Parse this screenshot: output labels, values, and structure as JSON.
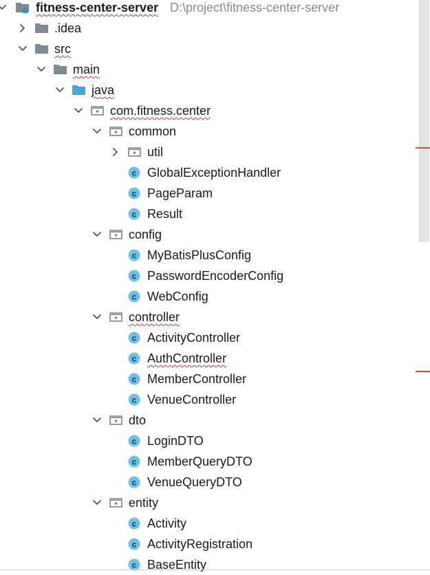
{
  "project": {
    "name": "fitness-center-server",
    "path": "D:\\project\\fitness-center-server"
  },
  "colors": {
    "folder": "#7f8b94",
    "source_folder": "#4aa3d8",
    "class_icon": "#6fc0e6",
    "error_marker": "#d44b3a",
    "squiggle": "#d4302c"
  },
  "tree": [
    {
      "label": "fitness-center-server",
      "depth": 0,
      "icon": "module-folder-icon",
      "expand": "open",
      "bold": true,
      "path": "D:\\project\\fitness-center-server",
      "squiggle": true
    },
    {
      "label": ".idea",
      "depth": 1,
      "icon": "folder-icon",
      "expand": "closed"
    },
    {
      "label": "src",
      "depth": 1,
      "icon": "folder-icon",
      "expand": "open",
      "squiggle": true
    },
    {
      "label": "main",
      "depth": 2,
      "icon": "folder-icon",
      "expand": "open",
      "squiggle": true
    },
    {
      "label": "java",
      "depth": 3,
      "icon": "source-folder-icon",
      "expand": "open",
      "squiggle": true
    },
    {
      "label": "com.fitness.center",
      "depth": 4,
      "icon": "package-icon",
      "expand": "open",
      "squiggle": true
    },
    {
      "label": "common",
      "depth": 5,
      "icon": "package-icon",
      "expand": "open"
    },
    {
      "label": "util",
      "depth": 6,
      "icon": "package-icon",
      "expand": "closed"
    },
    {
      "label": "GlobalExceptionHandler",
      "depth": 6,
      "icon": "class-icon",
      "expand": "none"
    },
    {
      "label": "PageParam",
      "depth": 6,
      "icon": "class-icon",
      "expand": "none"
    },
    {
      "label": "Result",
      "depth": 6,
      "icon": "class-icon",
      "expand": "none"
    },
    {
      "label": "config",
      "depth": 5,
      "icon": "package-icon",
      "expand": "open"
    },
    {
      "label": "MyBatisPlusConfig",
      "depth": 6,
      "icon": "class-icon",
      "expand": "none"
    },
    {
      "label": "PasswordEncoderConfig",
      "depth": 6,
      "icon": "class-icon",
      "expand": "none"
    },
    {
      "label": "WebConfig",
      "depth": 6,
      "icon": "class-icon",
      "expand": "none"
    },
    {
      "label": "controller",
      "depth": 5,
      "icon": "package-icon",
      "expand": "open",
      "squiggle": true
    },
    {
      "label": "ActivityController",
      "depth": 6,
      "icon": "class-icon",
      "expand": "none"
    },
    {
      "label": "AuthController",
      "depth": 6,
      "icon": "class-icon",
      "expand": "none",
      "squiggle": true
    },
    {
      "label": "MemberController",
      "depth": 6,
      "icon": "class-icon",
      "expand": "none"
    },
    {
      "label": "VenueController",
      "depth": 6,
      "icon": "class-icon",
      "expand": "none"
    },
    {
      "label": "dto",
      "depth": 5,
      "icon": "package-icon",
      "expand": "open"
    },
    {
      "label": "LoginDTO",
      "depth": 6,
      "icon": "class-icon",
      "expand": "none"
    },
    {
      "label": "MemberQueryDTO",
      "depth": 6,
      "icon": "class-icon",
      "expand": "none"
    },
    {
      "label": "VenueQueryDTO",
      "depth": 6,
      "icon": "class-icon",
      "expand": "none"
    },
    {
      "label": "entity",
      "depth": 5,
      "icon": "package-icon",
      "expand": "open"
    },
    {
      "label": "Activity",
      "depth": 6,
      "icon": "class-icon",
      "expand": "none"
    },
    {
      "label": "ActivityRegistration",
      "depth": 6,
      "icon": "class-icon",
      "expand": "none"
    },
    {
      "label": "BaseEntity",
      "depth": 6,
      "icon": "class-icon",
      "expand": "none"
    }
  ]
}
